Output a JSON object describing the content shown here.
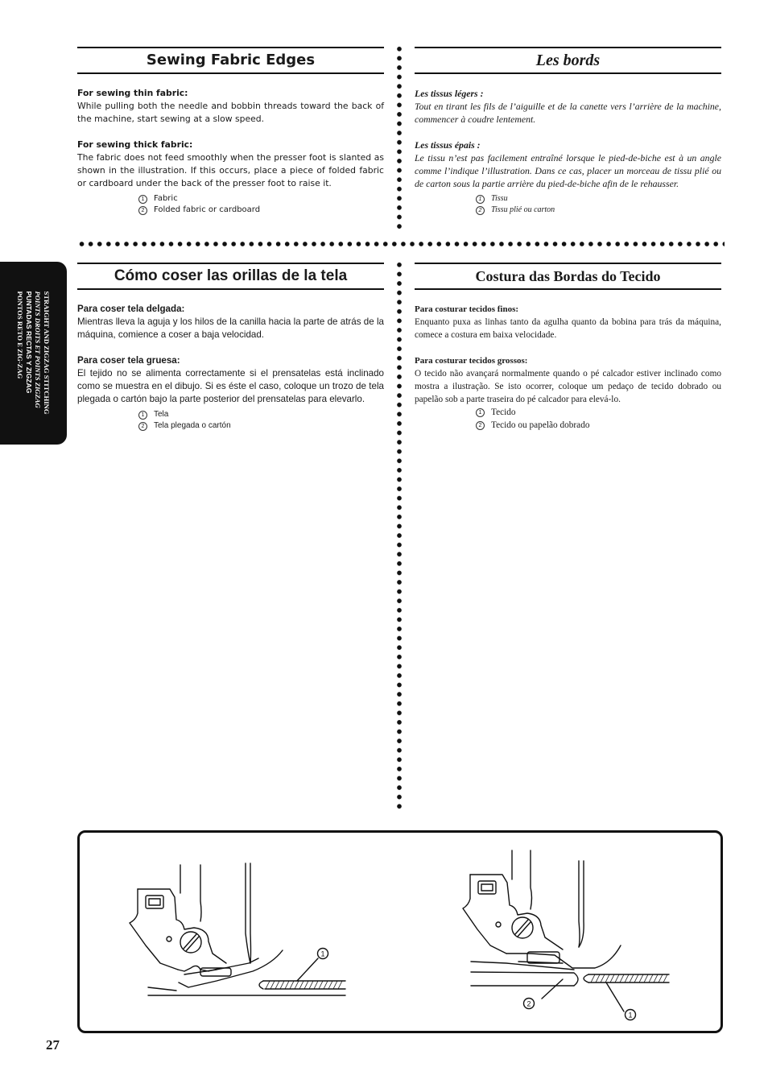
{
  "sections": {
    "en": {
      "title": "Sewing Fabric Edges",
      "thin_heading": "For sewing thin fabric:",
      "thin_text": "While pulling both the needle and bobbin threads toward the back of the machine, start sewing at a slow speed.",
      "thick_heading": "For sewing thick fabric:",
      "thick_text": "The fabric does not feed smoothly when the presser foot is slanted as shown in the illustration. If this occurs, place a piece of folded fabric or cardboard under the back of the presser foot to raise it.",
      "note1_num": "1",
      "note1": "Fabric",
      "note2_num": "2",
      "note2": "Folded fabric or cardboard"
    },
    "fr": {
      "title": "Les bords",
      "thin_heading": "Les tissus légers :",
      "thin_text": "Tout en tirant les fils de l’aiguille et de la canette vers l’arrière de la machine, commencer à coudre lentement.",
      "thick_heading": "Les tissus épais :",
      "thick_text": "Le tissu n’est pas facilement entraîné lorsque le pied-de-biche est à un angle comme l’indique l’illustration. Dans ce cas, placer un morceau de tissu plié ou de carton sous la partie arrière du pied-de-biche afin de le rehausser.",
      "note1_num": "1",
      "note1": "Tissu",
      "note2_num": "2",
      "note2": "Tissu plié ou carton"
    },
    "es": {
      "title": "Cómo coser las orillas de la tela",
      "thin_heading": "Para coser tela delgada:",
      "thin_text": "Mientras lleva la aguja y los hilos de la canilla hacia la parte de atrás de la máquina, comience a coser a baja velocidad.",
      "thick_heading": "Para coser tela gruesa:",
      "thick_text": "El tejido no se alimenta correctamente si el prensatelas está inclinado como se muestra en el dibujo. Si es éste el caso, coloque un trozo de tela plegada o cartón bajo la parte posterior del prensatelas para elevarlo.",
      "note1_num": "1",
      "note1": "Tela",
      "note2_num": "2",
      "note2": "Tela plegada o cartón"
    },
    "pt": {
      "title": "Costura das Bordas do Tecido",
      "thin_heading": "Para costurar tecidos finos:",
      "thin_text": "Enquanto puxa as linhas tanto da agulha quanto da bobina para trás da máquina, comece a costura em baixa velocidade.",
      "thick_heading": "Para costurar tecidos grossos:",
      "thick_text": "O tecido não avançará normalmente quando o pé calcador estiver inclinado como mostra a ilustração. Se isto ocorrer, coloque um pedaço de tecido dobrado ou papelão sob a parte traseira do pé calcador para elevá-lo.",
      "note1_num": "1",
      "note1": "Tecido",
      "note2_num": "2",
      "note2": "Tecido ou papelão dobrado"
    }
  },
  "side_tab": {
    "line1": "STRAIGHT AND ZIGZAG STITCHING",
    "line2": "POINTS DROITS ET POINTS ZIGZAG",
    "line3": "PUNTADAS RECTAS Y ZIGZAG",
    "line4": "PONTOS RETO E ZIG-ZAG"
  },
  "illustration": {
    "left_callout1": "1",
    "right_callout1": "1",
    "right_callout2": "2"
  },
  "page_number": "27"
}
